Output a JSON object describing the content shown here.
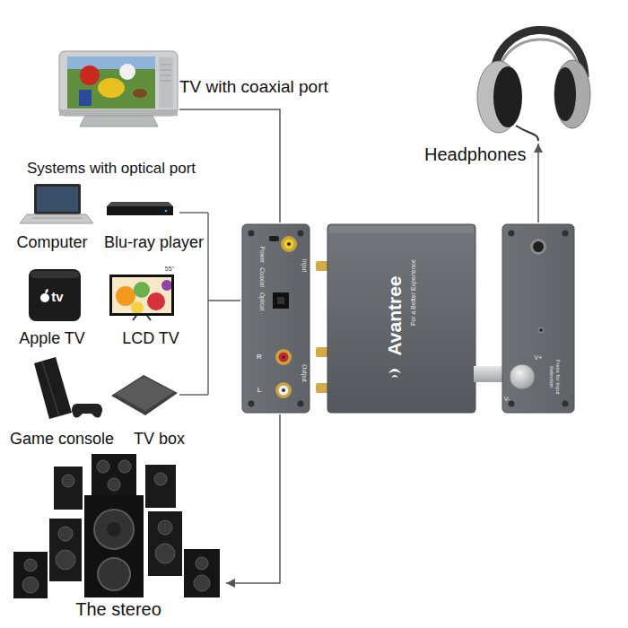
{
  "diagram": {
    "nodes": [
      {
        "text": [
          "TV with coaxial port"
        ]
      },
      {
        "text": [
          "Systems with optical port"
        ]
      },
      {
        "text": [
          "Computer"
        ],
        "in": 1
      },
      {
        "text": [
          "Blu-ray player"
        ],
        "in": 1
      },
      {
        "text": [
          "Apple TV"
        ],
        "in": 1
      },
      {
        "text": [
          "LCD TV"
        ],
        "in": 1
      },
      {
        "text": [
          "Game console"
        ],
        "in": 1
      },
      {
        "text": [
          "TV box"
        ],
        "in": 1
      },
      {
        "text": [
          "Avantree",
          "For a Better Experience"
        ]
      },
      {
        "text": [
          "Headphones"
        ]
      },
      {
        "text": [
          "The stereo"
        ]
      }
    ],
    "edges": [
      {
        "from": 0,
        "to": 8,
        "arrow": "none"
      },
      {
        "from": 1,
        "to": 8,
        "arrow": "none"
      },
      {
        "from": 8,
        "to": 9,
        "arrow": "to"
      },
      {
        "from": 8,
        "to": 10,
        "arrow": "to"
      }
    ],
    "labels": [
      "Power",
      "Coaxial",
      "Input",
      "Optical",
      "R",
      "L",
      "Output",
      "tv",
      "55\"",
      "Press for Input Selection",
      "V+",
      "V-"
    ]
  }
}
